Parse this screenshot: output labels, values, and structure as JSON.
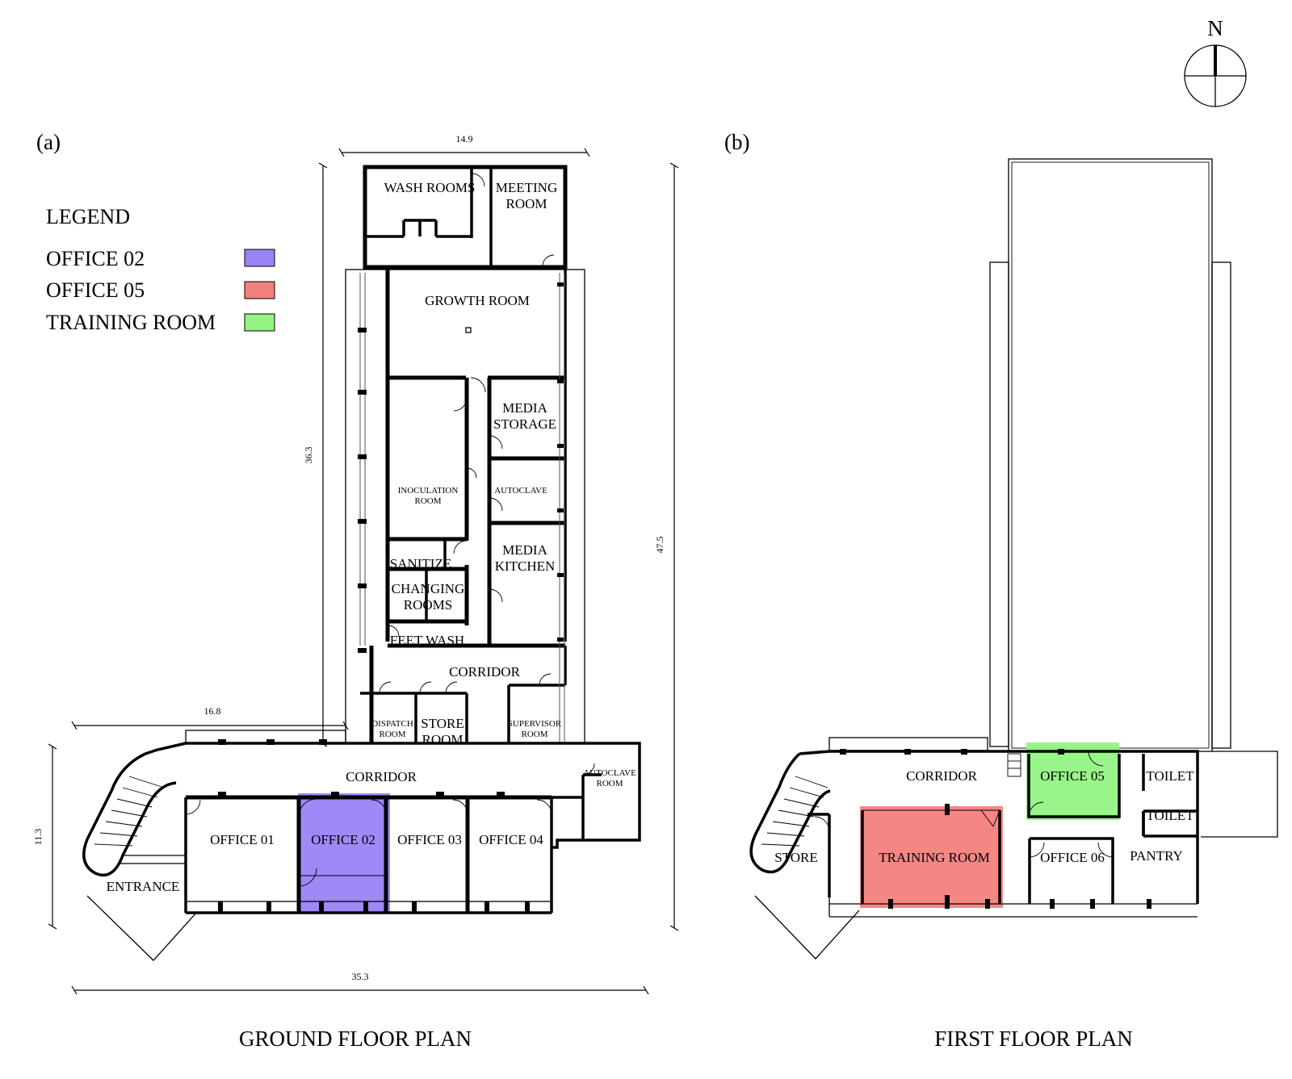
{
  "compass": {
    "label": "N"
  },
  "panels": [
    {
      "id": "a",
      "label": "(a)",
      "title": "GROUND FLOOR PLAN"
    },
    {
      "id": "b",
      "label": "(b)",
      "title": "FIRST FLOOR PLAN"
    }
  ],
  "legend": {
    "title": "LEGEND",
    "items": [
      {
        "label": "OFFICE 02",
        "color": "#9b82f5"
      },
      {
        "label": "OFFICE 05",
        "color": "#f37f7c"
      },
      {
        "label": "TRAINING ROOM",
        "color": "#94f383"
      }
    ]
  },
  "highlight_colors": {
    "office_02": "#9b82f5",
    "office_05": "#94f383",
    "training_room": "#f37f7c"
  },
  "dimensions": {
    "top_width": "14.9",
    "tower_height": "36.3",
    "total_height": "47.5",
    "wing_width": "16.8",
    "wing_height": "11.3",
    "total_width": "35.3"
  },
  "ground_floor": {
    "wash_rooms": "WASH ROOMS",
    "meeting_room": [
      "MEETING",
      "ROOM"
    ],
    "growth_room": "GROWTH ROOM",
    "media_storage": [
      "MEDIA",
      "STORAGE"
    ],
    "inoculation_room": [
      "INOCULATION",
      "ROOM"
    ],
    "autoclave": "AUTOCLAVE",
    "media_kitchen": [
      "MEDIA",
      "KITCHEN"
    ],
    "sanitize": "SANITIZE",
    "changing_rooms": [
      "CHANGING",
      "ROOMS"
    ],
    "feet_wash": "FEET WASH",
    "corridor_upper": "CORRIDOR",
    "dispatch_room": [
      "DISPATCH",
      "ROOM"
    ],
    "store_room": [
      "STORE",
      "ROOM"
    ],
    "supervisor_room": [
      "SUPERVISOR",
      "ROOM"
    ],
    "corridor_main": "CORRIDOR",
    "autoclave_room": [
      "AUTOCLAVE",
      "ROOM"
    ],
    "office_01": "OFFICE 01",
    "office_02": "OFFICE 02",
    "office_03": "OFFICE 03",
    "office_04": "OFFICE 04",
    "entrance": "ENTRANCE"
  },
  "first_floor": {
    "corridor": "CORRIDOR",
    "office_05": "OFFICE 05",
    "toilet_1": "TOILET",
    "toilet_2": "TOILET",
    "store": "STORE",
    "training_room": "TRAINING ROOM",
    "office_06": "OFFICE 06",
    "pantry": "PANTRY"
  }
}
